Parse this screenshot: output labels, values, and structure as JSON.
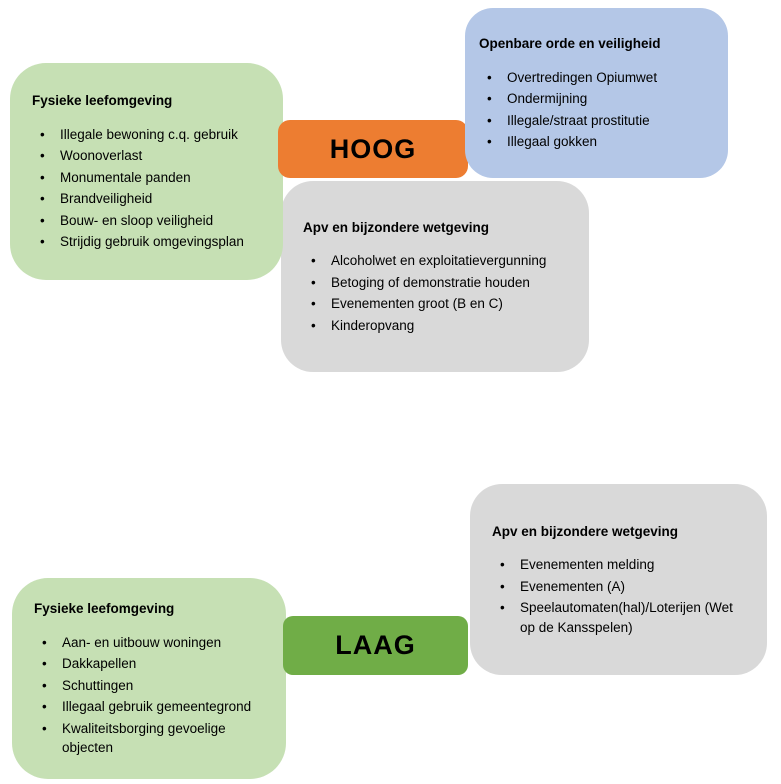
{
  "diagram": {
    "bullet_glyph": "•",
    "priority": {
      "high_label": "HOOG",
      "low_label": "LAAG"
    },
    "colors": {
      "light_green": "#C6E0B4",
      "blue": "#B4C7E7",
      "gray": "#D9D9D9",
      "orange": "#ED7D31",
      "green": "#70AD47"
    },
    "boxes": {
      "top_left": {
        "title": "Fysieke leefomgeving",
        "items": [
          "Illegale bewoning c.q. gebruik",
          "Woonoverlast",
          "Monumentale panden",
          "Brandveiligheid",
          "Bouw- en sloop veiligheid",
          "Strijdig gebruik omgevingsplan"
        ]
      },
      "top_right": {
        "title": "Openbare orde en veiligheid",
        "items": [
          "Overtredingen Opiumwet",
          "Ondermijning",
          "Illegale/straat prostitutie",
          "Illegaal gokken"
        ]
      },
      "center": {
        "title": "Apv en bijzondere wetgeving",
        "items": [
          "Alcoholwet en exploitatievergunning",
          "Betoging of demonstratie houden",
          "Evenementen groot (B en C)",
          "Kinderopvang"
        ]
      },
      "bottom_right": {
        "title": "Apv en bijzondere wetgeving",
        "items": [
          "Evenementen melding",
          "Evenementen (A)",
          "Speelautomaten(hal)/Loterijen (Wet op de Kansspelen)"
        ]
      },
      "bottom_left": {
        "title": "Fysieke leefomgeving",
        "items": [
          "Aan- en uitbouw woningen",
          "Dakkapellen",
          "Schuttingen",
          "Illegaal gebruik gemeentegrond",
          "Kwaliteitsborging gevoelige objecten"
        ]
      }
    }
  }
}
